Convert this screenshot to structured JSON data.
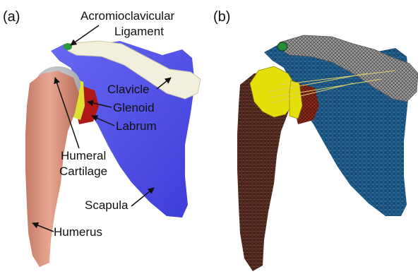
{
  "panels": {
    "a": {
      "label": "(a)"
    },
    "b": {
      "label": "(b)"
    }
  },
  "labels": {
    "acromioclavicular_line1": "Acromioclavicular",
    "acromioclavicular_line2": "Ligament",
    "clavicle": "Clavicle",
    "glenoid": "Glenoid",
    "labrum": "Labrum",
    "humeral_line1": "Humeral",
    "humeral_line2": "Cartilage",
    "scapula": "Scapula",
    "humerus": "Humerus"
  },
  "colors": {
    "scapula": "#5555ee",
    "clavicle": "#f2f0dc",
    "humerus": "#d9907a",
    "humeral_cartilage": "#b9bcc2",
    "glenoid": "#e0e030",
    "labrum": "#b01818",
    "ligament": "#2a9a3a",
    "mesh_scapula": "#1f5f8f",
    "mesh_humerus": "#5a2e22",
    "mesh_clavicle": "#9a9a9a",
    "mesh_cartilage": "#e6e00a"
  }
}
